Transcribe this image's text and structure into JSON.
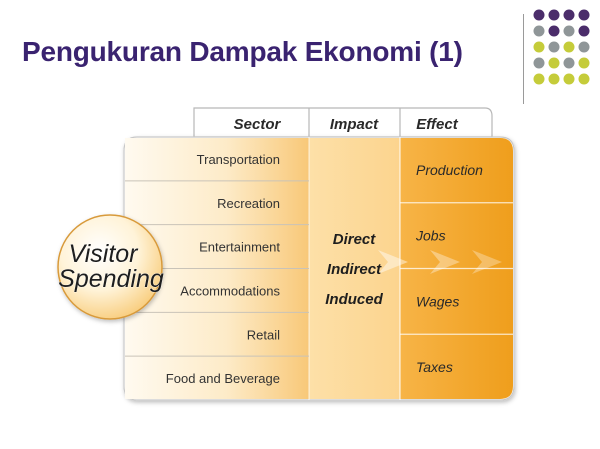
{
  "slide": {
    "title": "Pengukuran Dampak Ekonomi (1)"
  },
  "colors": {
    "title": "#3a2370",
    "dot_purple": "#4b2d6b",
    "dot_gray": "#8f9698",
    "dot_yellow": "#c5cc3a",
    "orange": "#f0a020"
  },
  "dot_pattern": [
    [
      "p",
      "p",
      "p",
      "p"
    ],
    [
      "g",
      "p",
      "g",
      "p"
    ],
    [
      "y",
      "g",
      "y",
      "g"
    ],
    [
      "g",
      "y",
      "g",
      "y"
    ],
    [
      "y",
      "y",
      "y",
      "y"
    ]
  ],
  "diagram": {
    "headers": {
      "sector": "Sector",
      "impact": "Impact",
      "effect": "Effect"
    },
    "sectors": [
      "Transportation",
      "Recreation",
      "Entertainment",
      "Accommodations",
      "Retail",
      "Food and Beverage"
    ],
    "impacts": [
      "Direct",
      "Indirect",
      "Induced"
    ],
    "effects": [
      "Production",
      "Jobs",
      "Wages",
      "Taxes"
    ],
    "circle": {
      "line1": "Visitor",
      "line2": "Spending"
    }
  }
}
